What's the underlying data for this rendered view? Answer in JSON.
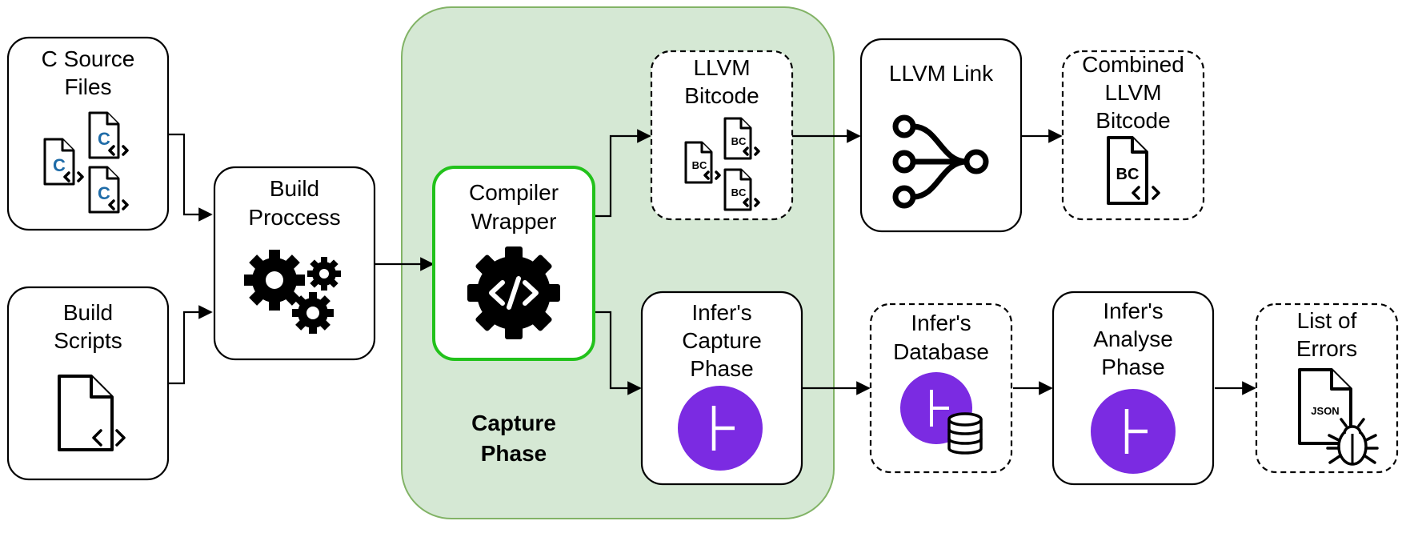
{
  "colors": {
    "capture_group_fill": "#d5e8d4",
    "capture_group_stroke": "#82b366",
    "compiler_wrapper_stroke": "#22c21b",
    "infer_purple": "#7b2be2",
    "c_letter_blue": "#1f6ca8"
  },
  "capture_group": {
    "label_line1": "Capture",
    "label_line2": "Phase"
  },
  "nodes": {
    "c_source": {
      "line1": "C Source",
      "line2": "Files",
      "icon": "c-source-files-icon",
      "doc_tag": "C"
    },
    "build_scripts": {
      "line1": "Build",
      "line2": "Scripts",
      "icon": "script-file-icon"
    },
    "build_process": {
      "line1": "Build",
      "line2": "Proccess",
      "icon": "gears-icon"
    },
    "compiler_wrapper": {
      "line1": "Compiler",
      "line2": "Wrapper",
      "icon": "code-gear-icon"
    },
    "llvm_bitcode": {
      "line1": "LLVM",
      "line2": "Bitcode",
      "icon": "bitcode-files-icon",
      "doc_tag": "BC"
    },
    "llvm_link": {
      "line1": "LLVM Link",
      "icon": "merge-icon"
    },
    "combined_bitcode": {
      "line1": "Combined",
      "line2": "LLVM",
      "line3": "Bitcode",
      "icon": "bitcode-file-icon",
      "doc_tag": "BC"
    },
    "infer_capture": {
      "line1": "Infer's",
      "line2": "Capture",
      "line3": "Phase",
      "icon": "infer-logo-icon"
    },
    "infer_database": {
      "line1": "Infer's",
      "line2": "Database",
      "icon": "infer-database-icon"
    },
    "infer_analyse": {
      "line1": "Infer's",
      "line2": "Analyse",
      "line3": "Phase",
      "icon": "infer-logo-icon"
    },
    "list_errors": {
      "line1": "List of",
      "line2": "Errors",
      "icon": "json-bug-icon",
      "doc_tag": "JSON"
    }
  }
}
